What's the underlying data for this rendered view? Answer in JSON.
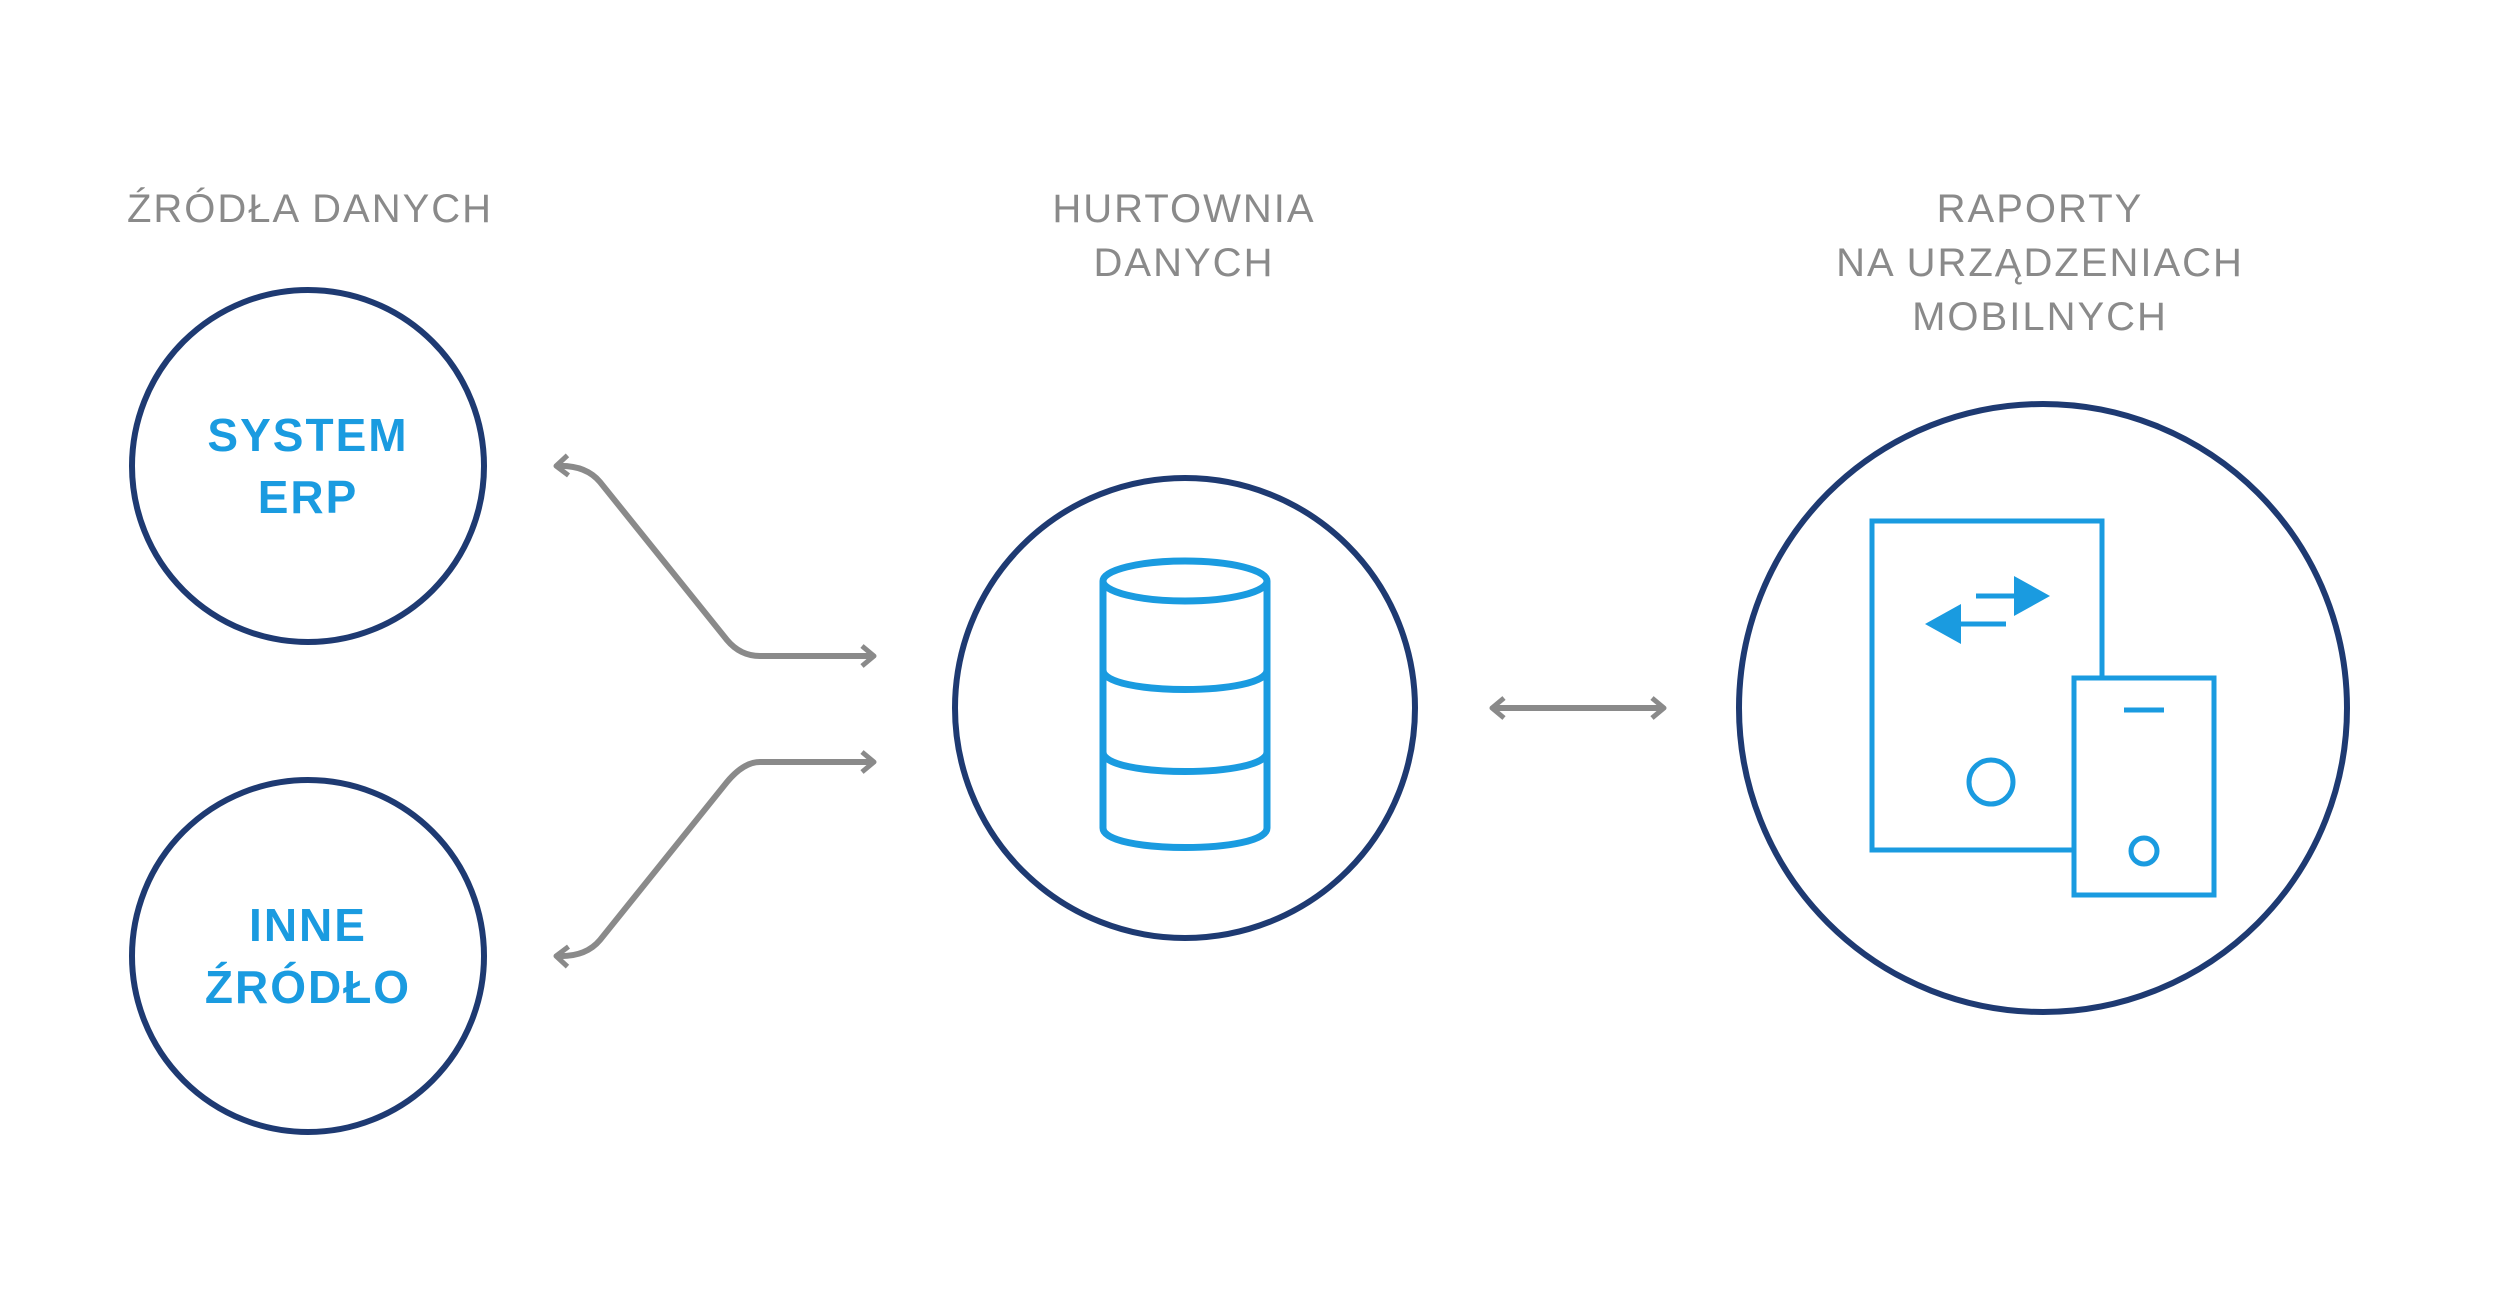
{
  "headings": {
    "sources": [
      "ŹRÓDŁA DANYCH"
    ],
    "warehouse": [
      "HURTOWNIA",
      "DANYCH"
    ],
    "reports": [
      "RAPORTY",
      "NA URZĄDZENIACH",
      "MOBILNYCH"
    ]
  },
  "nodes": {
    "erp": [
      "SYSTEM",
      "ERP"
    ],
    "other": [
      "INNE",
      "ŹRÓDŁO"
    ]
  },
  "icons": {
    "warehouse": "database-icon",
    "reports": "tablet-phone-sync-icon"
  },
  "colors": {
    "circle": "#1e3a72",
    "accent": "#1a9be0",
    "arrow": "#8a8a8a",
    "heading": "#8a8a8a"
  }
}
